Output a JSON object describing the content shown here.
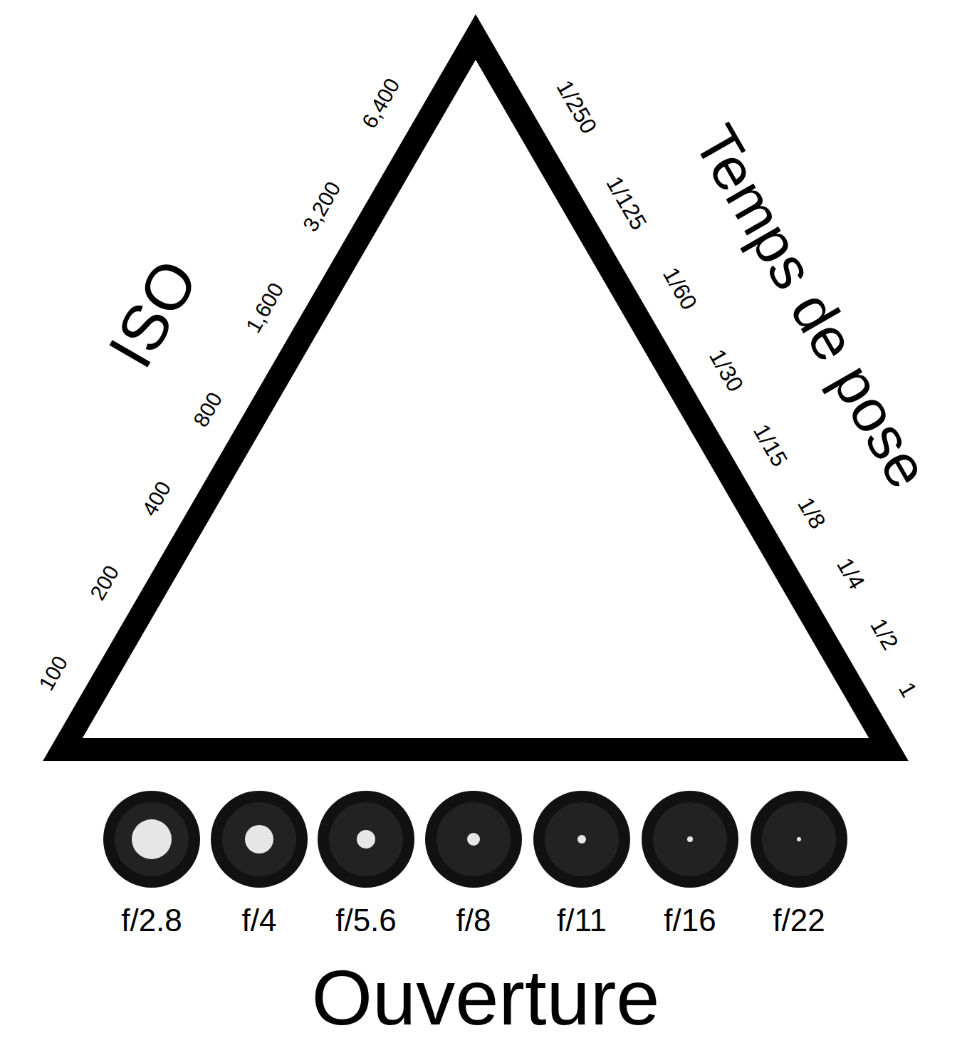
{
  "diagram": {
    "labels": [
      "ISO",
      "100",
      "200",
      "400",
      "800",
      "1,600",
      "3,200",
      "6,400",
      "Temps de pose",
      "1/250",
      "1/125",
      "1/60",
      "1/30",
      "1/15",
      "1/8",
      "1/4",
      "1/2",
      "1",
      "f/2.8",
      "f/4",
      "f/5.6",
      "f/8",
      "f/11",
      "f/16",
      "f/22",
      "Ouverture"
    ]
  }
}
